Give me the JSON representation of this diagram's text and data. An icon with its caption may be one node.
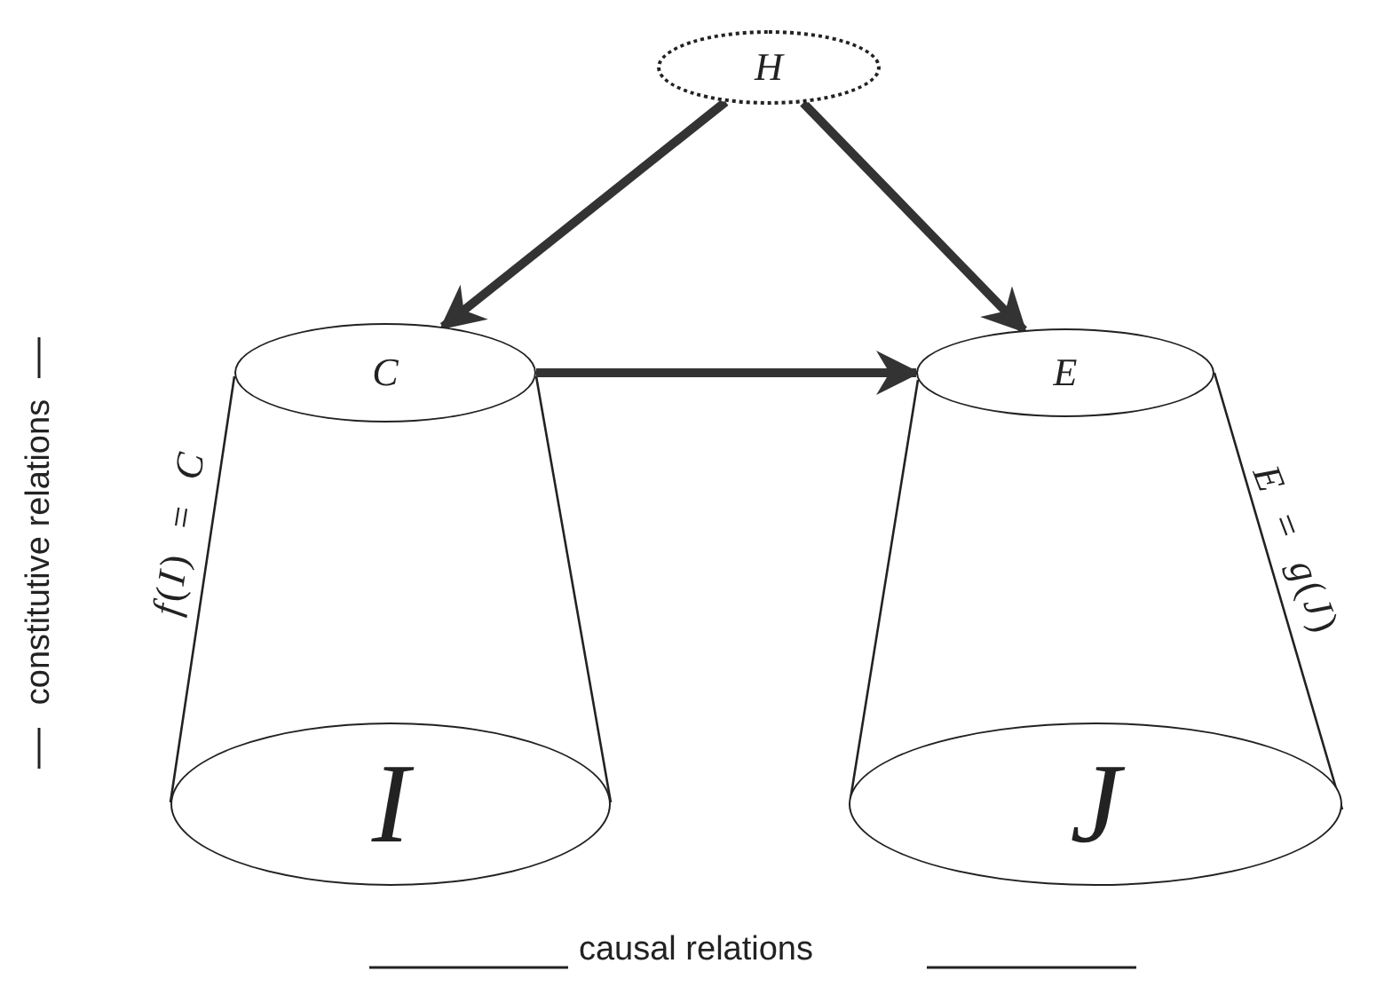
{
  "diagram": {
    "nodes": [
      {
        "text": [
          "H"
        ]
      },
      {
        "text": [
          "C"
        ]
      },
      {
        "text": [
          "I"
        ]
      },
      {
        "text": [
          "E"
        ]
      },
      {
        "text": [
          "J"
        ]
      }
    ],
    "edges": [
      {
        "from": 0,
        "to": 1,
        "arrow": "to"
      },
      {
        "from": 0,
        "to": 3,
        "arrow": "to"
      },
      {
        "from": 1,
        "to": 3,
        "arrow": "to"
      }
    ],
    "labels": [
      "*f*(*I*) = *C*",
      "*E* = *g*(*J*)",
      "constitutive relations",
      "causal relations"
    ]
  }
}
